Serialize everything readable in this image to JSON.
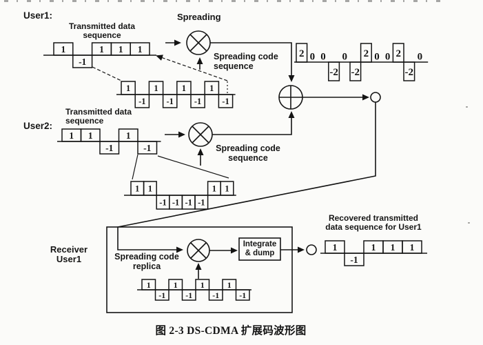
{
  "figure": {
    "caption": "图 2-3 DS-CDMA 扩展码波形图"
  },
  "labels": {
    "user1": "User1:",
    "user2": "User2:",
    "transmitted_data_sequence": "Transmitted data\nsequence",
    "spreading": "Spreading",
    "spreading_code_sequence": "Spreading code\nsequence",
    "receiver_user1": "Receiver\nUser1",
    "spreading_code_replica": "Spreading code\nreplica",
    "integrate_dump": "Integrate\n& dump",
    "recovered_title": "Recovered transmitted\ndata sequence for User1"
  },
  "colors": {
    "ink": "#141414",
    "paper": "#fbfbf9"
  },
  "chart_data": {
    "type": "square-wave-diagram",
    "amplitude_levels": [
      2,
      1,
      0,
      -1,
      -2
    ],
    "waveforms": [
      {
        "name": "user1-data",
        "label": "User1 transmitted data sequence",
        "values": [
          1,
          -1,
          1,
          1,
          1
        ]
      },
      {
        "name": "user1-spread-code",
        "label": "User1 spread chip sequence (zoomed)",
        "values": [
          1,
          -1,
          1,
          -1,
          1,
          -1,
          1,
          -1
        ]
      },
      {
        "name": "user2-data",
        "label": "User2 transmitted data sequence",
        "values": [
          1,
          1,
          -1,
          1,
          -1
        ]
      },
      {
        "name": "user2-spread-code",
        "label": "User2 spread chip sequence (zoomed)",
        "values": [
          1,
          1,
          -1,
          -1,
          -1,
          -1,
          1,
          1
        ]
      },
      {
        "name": "combined-signal",
        "label": "Summed channel signal",
        "values": [
          2,
          0,
          0,
          -2,
          0,
          -2,
          2,
          0,
          0,
          2,
          -2,
          0
        ]
      },
      {
        "name": "receiver-code-replica",
        "label": "Spreading code replica",
        "values": [
          1,
          -1,
          1,
          -1,
          1,
          -1,
          1,
          -1
        ]
      },
      {
        "name": "recovered-data",
        "label": "Recovered data sequence for User1",
        "values": [
          1,
          -1,
          1,
          1,
          1
        ]
      }
    ]
  }
}
